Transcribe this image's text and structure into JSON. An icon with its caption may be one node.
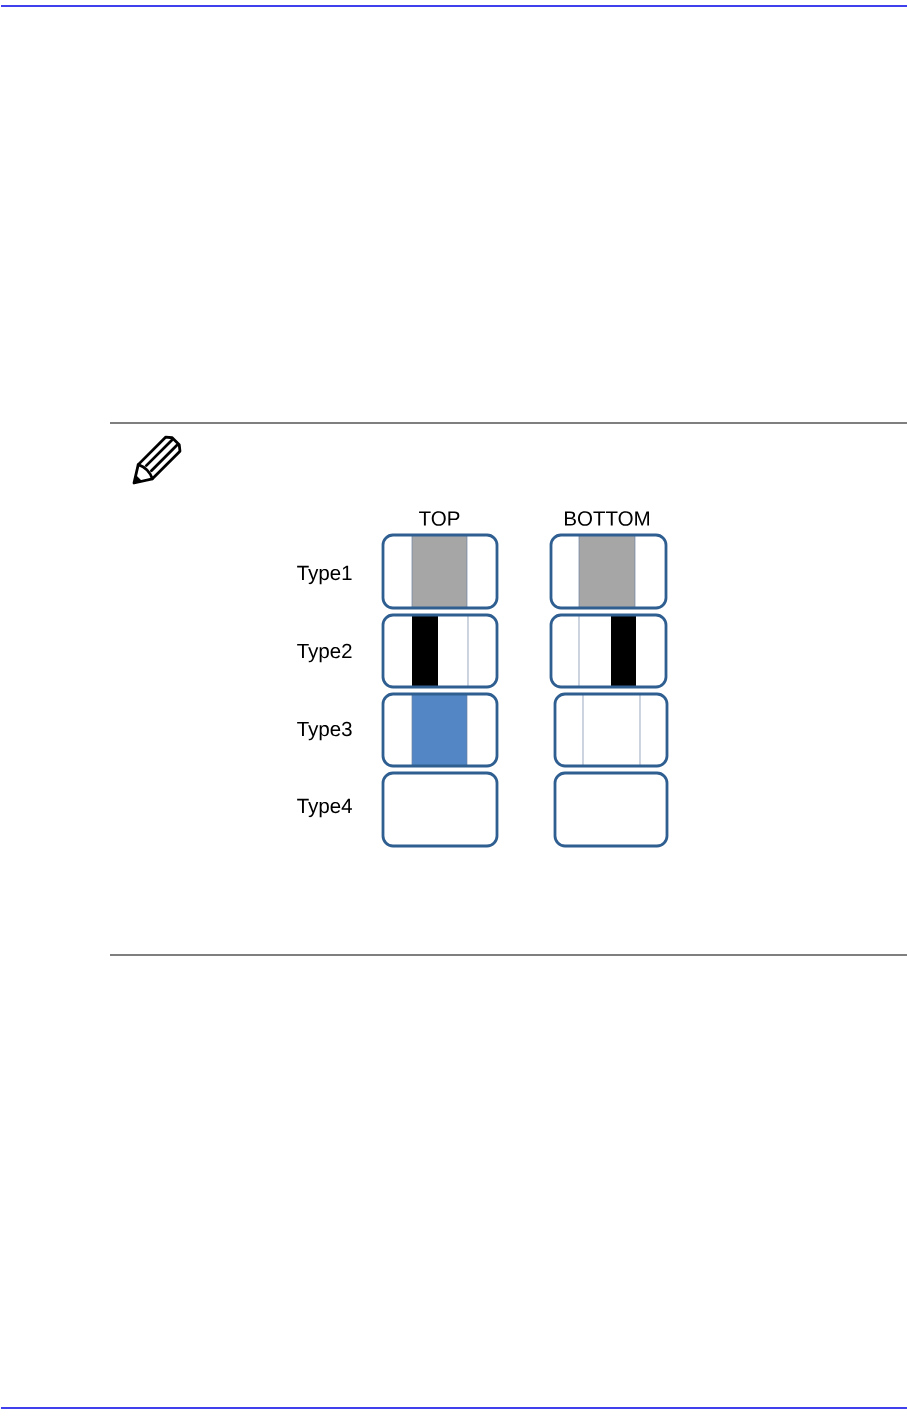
{
  "diagram": {
    "nodes": [
      {
        "text": [],
        "shape": "box"
      },
      {
        "text": [],
        "shape": "box"
      },
      {
        "text": [],
        "shape": "box"
      },
      {
        "text": [],
        "shape": "box"
      },
      {
        "text": [],
        "shape": "box"
      },
      {
        "text": [],
        "shape": "box"
      },
      {
        "text": [],
        "shape": "box"
      },
      {
        "text": [],
        "shape": "box"
      }
    ],
    "labels": [
      "TOP",
      "BOTTOM",
      "Type1",
      "Type2",
      "Type3",
      "Type4"
    ]
  }
}
